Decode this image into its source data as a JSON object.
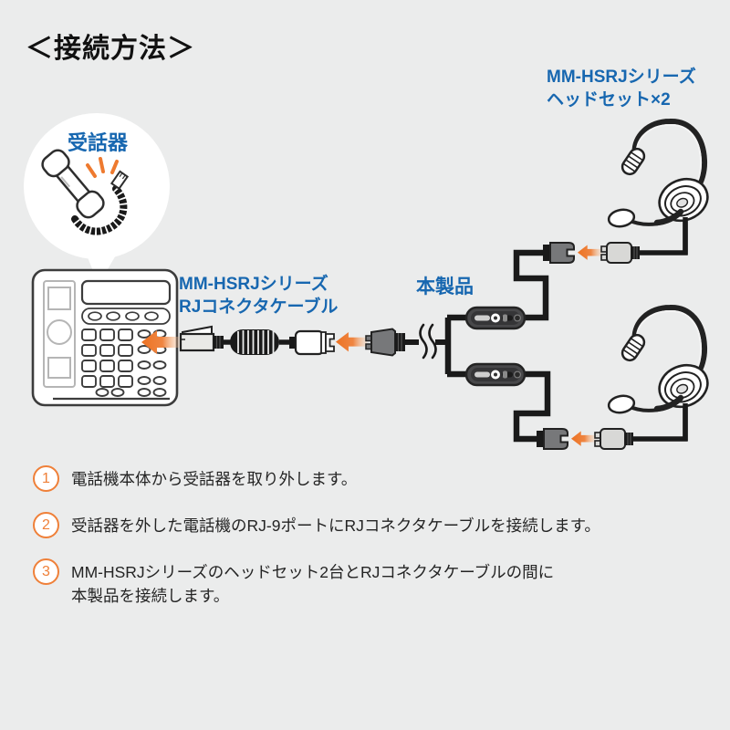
{
  "page": {
    "background_color": "#ebecec"
  },
  "colors": {
    "accent_blue": "#1767b0",
    "accent_orange": "#ed7627",
    "cable_black": "#1a1a1a",
    "connector_gray": "#77787a",
    "connector_light": "#d8d8d6"
  },
  "title": "＜接続方法＞",
  "labels": {
    "headset_series": "MM-HSRJシリーズ\nヘッドセット×2",
    "handset": "受話器",
    "rj_cable": "MM-HSRJシリーズ\nRJコネクタケーブル",
    "product": "本製品"
  },
  "icons": {
    "arrow": "orange-left-arrow-icon",
    "spark": "detach-spark-icon",
    "cable_break": "cable-break-squiggle"
  },
  "steps": [
    {
      "num": "1",
      "text": "電話機本体から受話器を取り外します。"
    },
    {
      "num": "2",
      "text": "受話器を外した電話機のRJ-9ポートにRJコネクタケーブルを接続します。"
    },
    {
      "num": "3",
      "text": "MM-HSRJシリーズのヘッドセット2台とRJコネクタケーブルの間に\n本製品を接続します。"
    }
  ]
}
